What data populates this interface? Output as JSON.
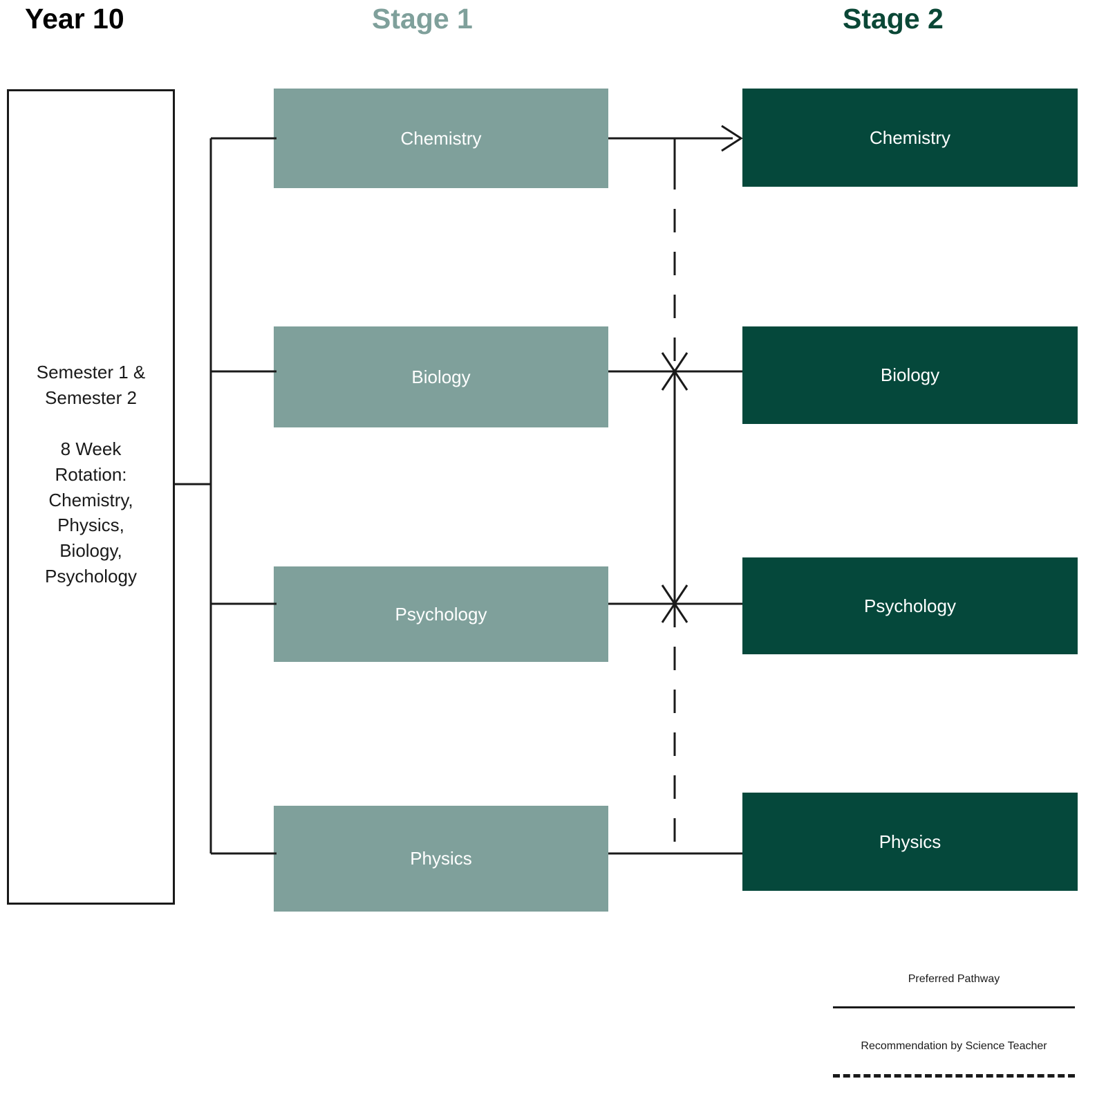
{
  "headers": {
    "year10": "Year 10",
    "stage1": "Stage 1",
    "stage2": "Stage 2"
  },
  "year10_box": {
    "text": "Semester 1 &\nSemester 2\n\n8 Week\nRotation:\nChemistry,\nPhysics,\nBiology,\nPsychology"
  },
  "stage1": {
    "subjects": [
      {
        "label": "Chemistry"
      },
      {
        "label": "Biology"
      },
      {
        "label": "Psychology"
      },
      {
        "label": "Physics"
      }
    ]
  },
  "stage2": {
    "subjects": [
      {
        "label": "Chemistry"
      },
      {
        "label": "Biology"
      },
      {
        "label": "Psychology"
      },
      {
        "label": "Physics"
      }
    ]
  },
  "legend": {
    "preferred_pathway": "Preferred Pathway",
    "recommendation": "Recommendation by Science Teacher"
  },
  "colors": {
    "stage1_fill": "#7FA09B",
    "stage2_fill": "#05483B",
    "stage1_header": "#7FA09B",
    "stage2_header": "#0A4736",
    "line": "#1a1a1a",
    "box_text": "#ffffff",
    "background": "#ffffff"
  }
}
